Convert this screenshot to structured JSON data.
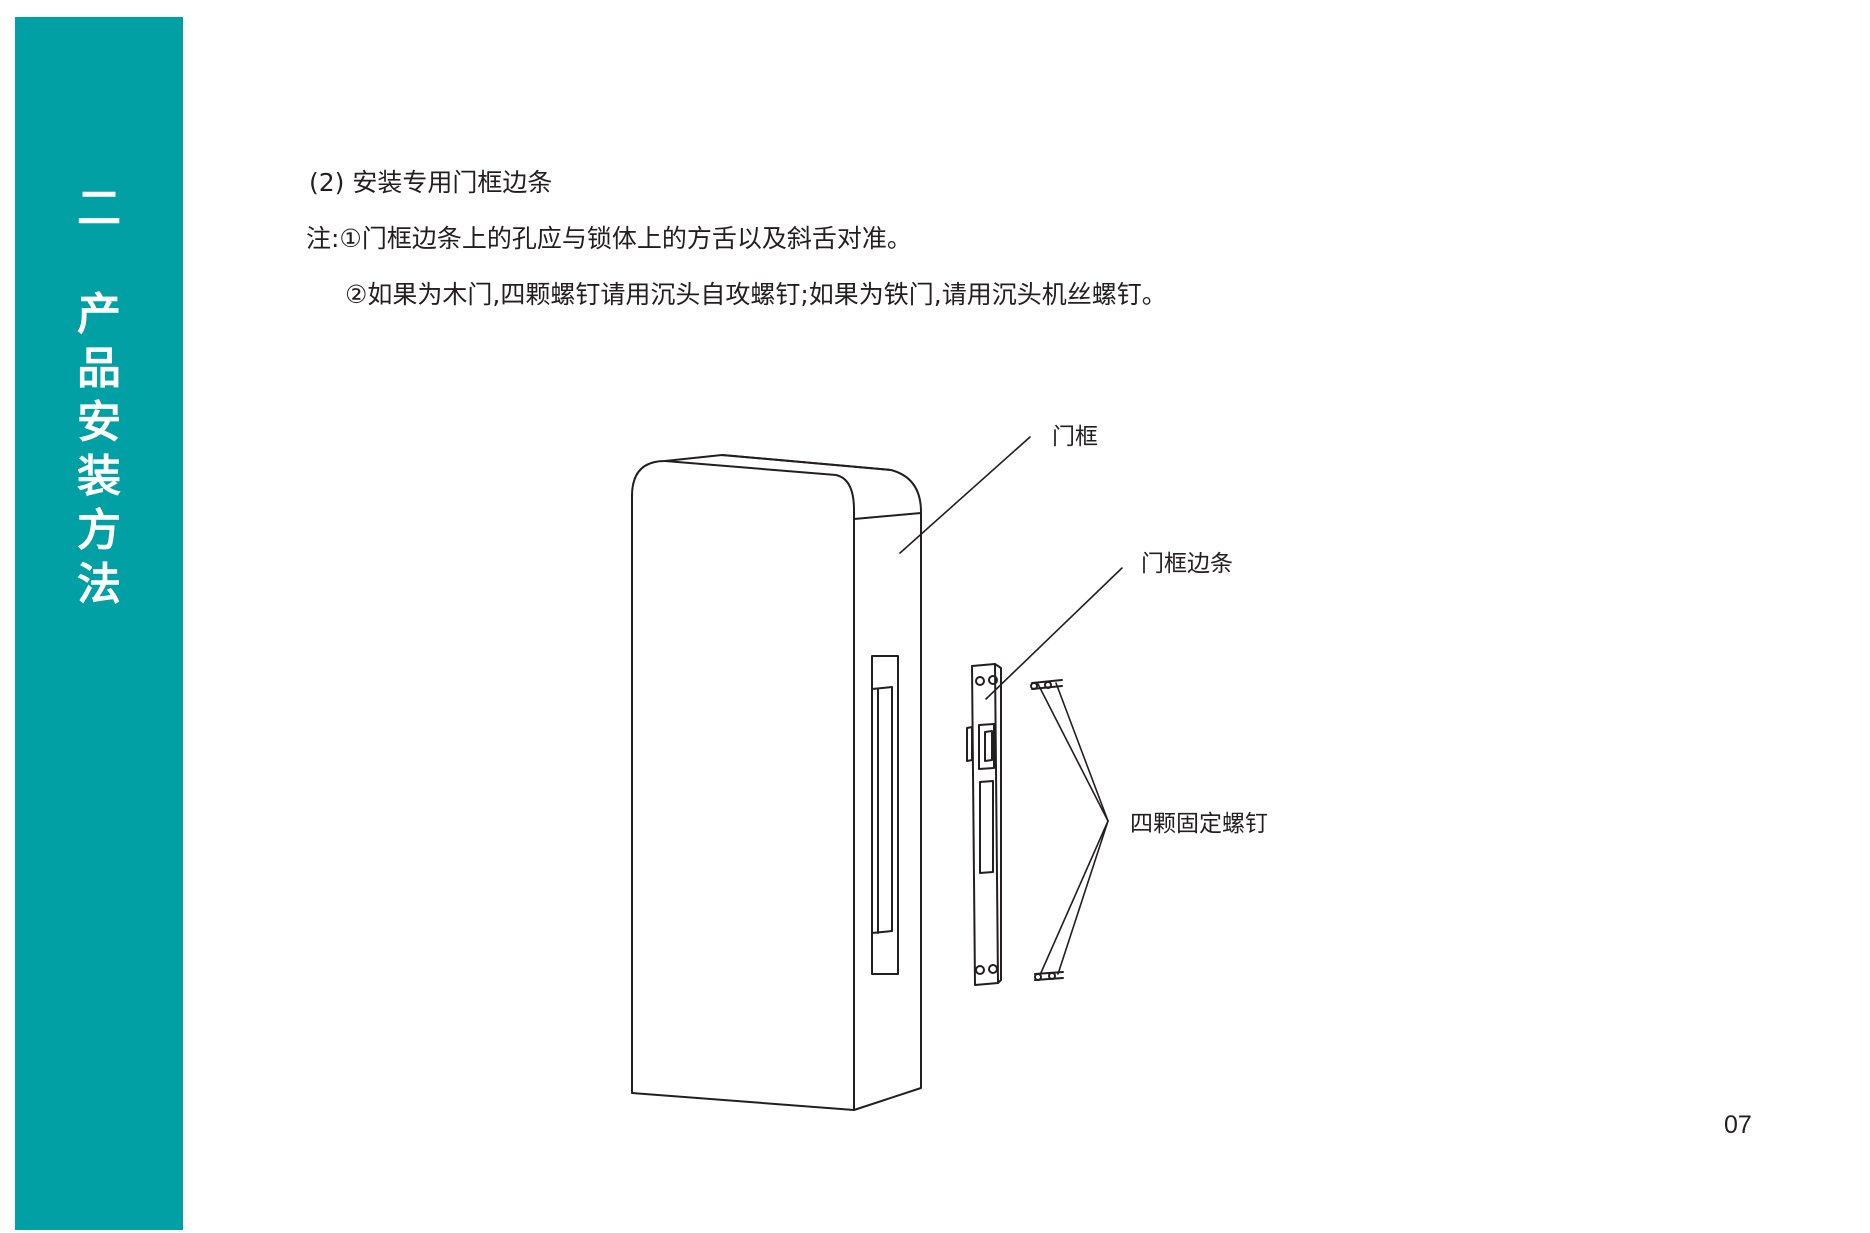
{
  "sidebar": {
    "section_number": "二",
    "section_title": [
      "产",
      "品",
      "安",
      "装",
      "方",
      "法"
    ],
    "color": "#01a0a4"
  },
  "content": {
    "heading": "(2) 安装专用门框边条",
    "notes": [
      "注:①门框边条上的孔应与锁体上的方舌以及斜舌对准。",
      "②如果为木门,四颗螺钉请用沉头自攻螺钉;如果为铁门,请用沉头机丝螺钉。"
    ]
  },
  "diagram": {
    "labels": {
      "door_frame": "门框",
      "frame_strip": "门框边条",
      "screws": "四颗固定螺钉"
    }
  },
  "footer": {
    "page_number": "07"
  }
}
